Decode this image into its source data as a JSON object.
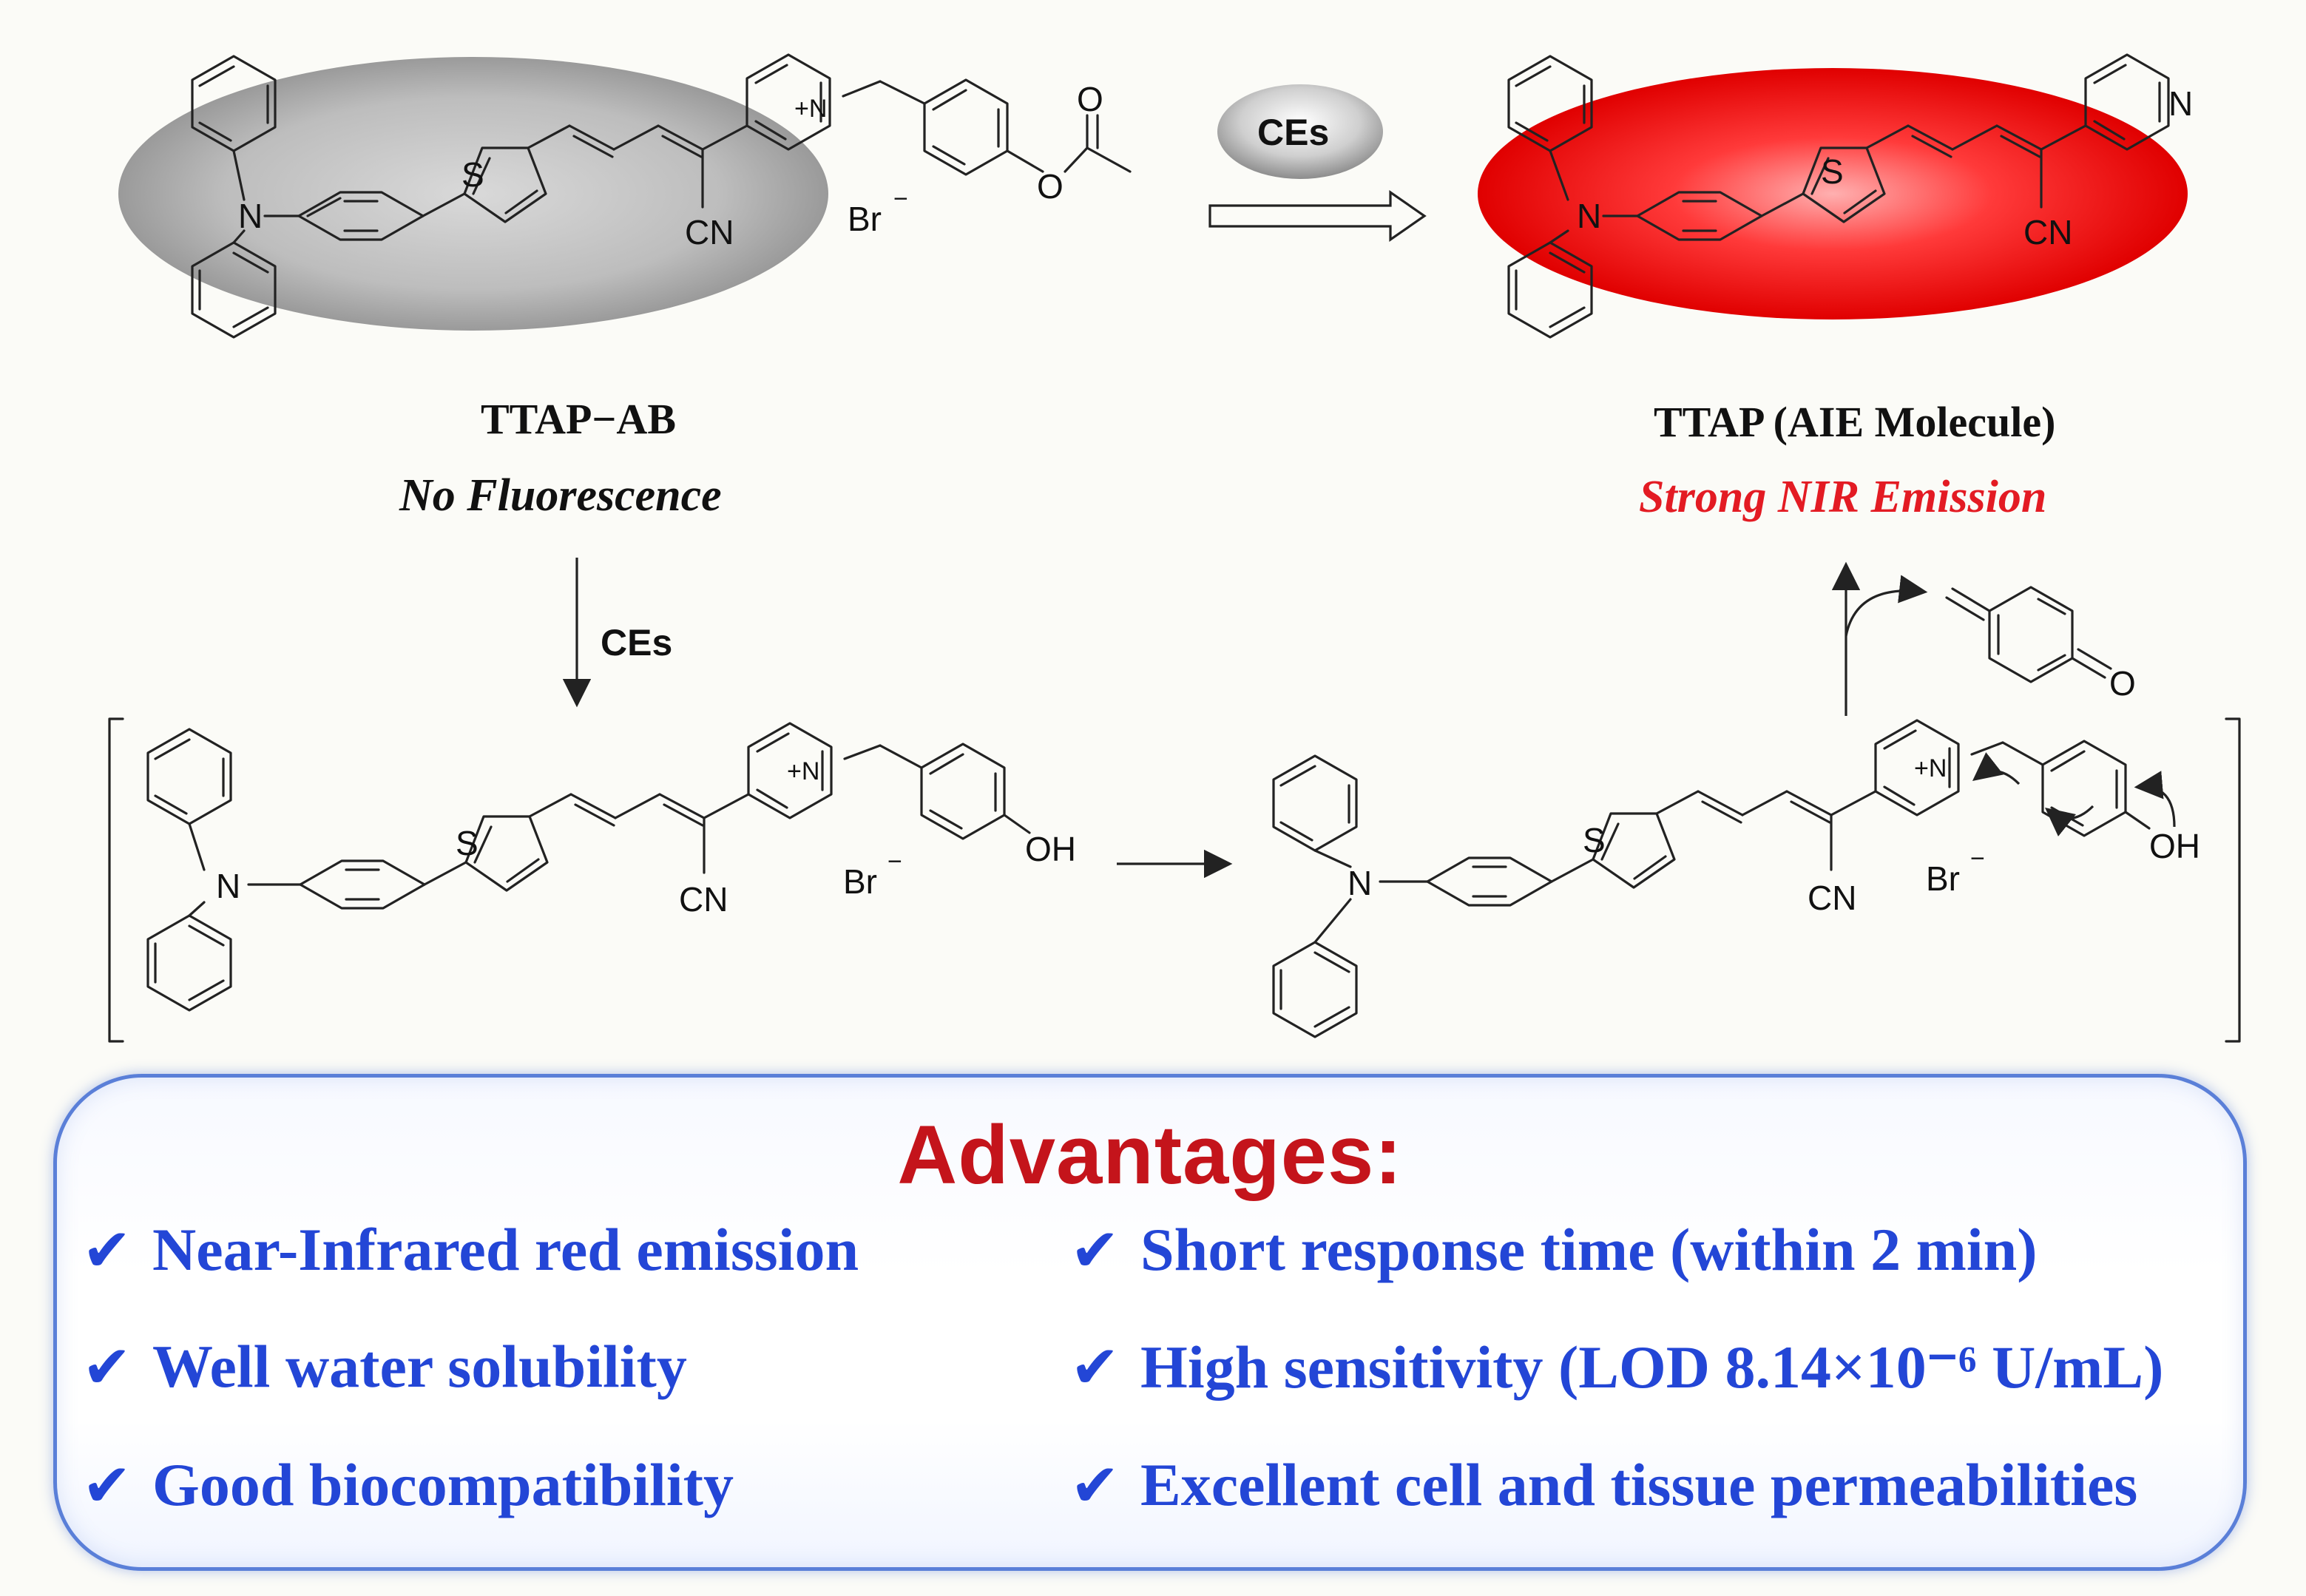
{
  "reaction": {
    "enzyme_label": "CEs",
    "left": {
      "name": "TTAP−AB",
      "subtitle": "No Fluorescence"
    },
    "right": {
      "name": "TTAP (AIE Molecule)",
      "subtitle": "Strong NIR Emission"
    },
    "atoms": {
      "n": "N",
      "n_plus": "+N",
      "s": "S",
      "cn": "CN",
      "o": "O",
      "oh": "OH",
      "br": "Br",
      "minus": "−"
    }
  },
  "advantages": {
    "title": "Advantages:",
    "check": "✔",
    "left": [
      "Near-Infrared red emission",
      "Well water solubility",
      "Good biocompatibility"
    ],
    "right": [
      "Short response time (within 2 min)",
      "High sensitivity (LOD 8.14×10⁻⁶ U/mL)",
      "Excellent cell and tissue permeabilities"
    ]
  },
  "colors": {
    "accent_red": "#e31b23",
    "title_red": "#c4141b",
    "text_blue": "#2346d6",
    "border_blue": "#5a7fd8"
  }
}
